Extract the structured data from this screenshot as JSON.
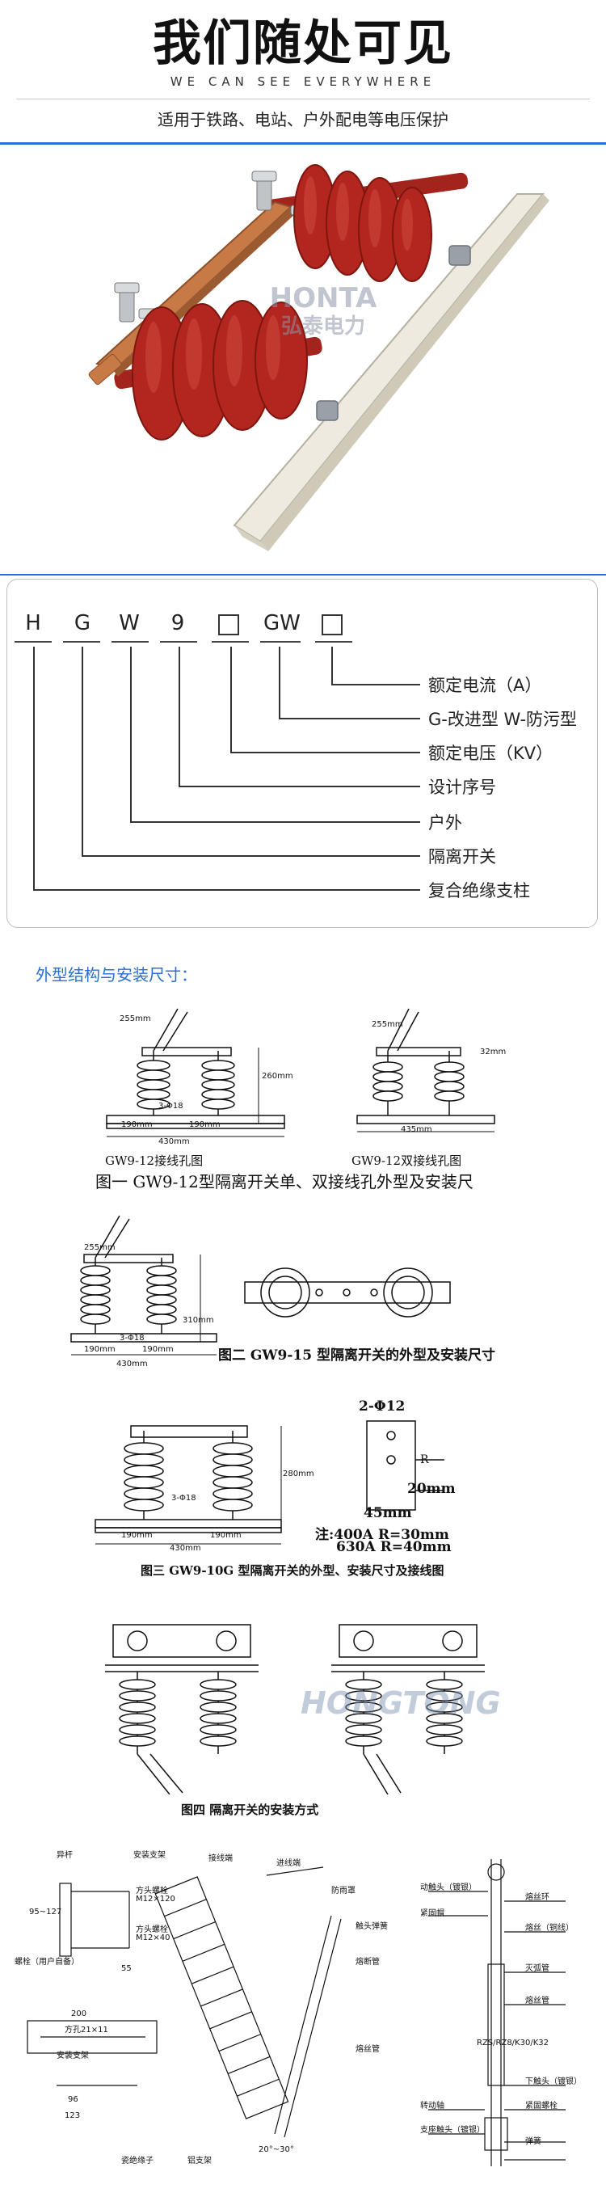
{
  "header": {
    "title": "我们随处可见",
    "subtitle": "WE CAN SEE EVERYWHERE",
    "description": "适用于铁路、电站、户外配电等电压保护"
  },
  "product_photo": {
    "watermark_brand": "HONTA",
    "watermark_cn": "弘泰电力",
    "colors": {
      "insulator": "#b2261f",
      "copper": "#c77a45",
      "bracket": "#e6e2d6"
    }
  },
  "model_code": {
    "chars": [
      "H",
      "G",
      "W",
      "9",
      "",
      "GW",
      ""
    ],
    "labels": [
      "额定电流（A）",
      "G-改进型 W-防污型",
      "额定电压（KV）",
      "设计序号",
      "户外",
      "隔离开关",
      "复合绝缘支柱"
    ]
  },
  "dimensions": {
    "section_title": "外型结构与安装尺寸：",
    "fig1": {
      "sub_left": "GW9-12接线孔图",
      "sub_right": "GW9-12双接线孔图",
      "caption": "图一 GW9-12型隔离开关单、双接线孔外型及安装尺",
      "left_dims": [
        "255mm",
        "260mm",
        "3-Φ18",
        "190mm",
        "190mm",
        "430mm"
      ],
      "right_dims": [
        "255mm",
        "32mm",
        "435mm"
      ]
    },
    "fig2": {
      "caption": "图二 GW9-15 型隔离开关的外型及安装尺寸",
      "dims": [
        "255mm",
        "310mm",
        "3-Φ18",
        "190mm",
        "190mm",
        "430mm"
      ]
    },
    "fig3": {
      "caption": "图三 GW9-10G 型隔离开关的外型、安装尺寸及接线图",
      "dims": [
        "280mm",
        "3-Φ18",
        "190mm",
        "190mm",
        "430mm"
      ],
      "hole_label": "2-Φ12",
      "r_label": "R",
      "d20": "20mm",
      "d45": "45mm",
      "note1": "注:400A R=30mm",
      "note2": "630A R=40mm"
    },
    "fig4": {
      "caption": "图四 隔离开关的安装方式",
      "watermark": "HONGTONG"
    },
    "fig5": {
      "left_labels": [
        "异杆",
        "安装支架",
        "接线端",
        "方头螺栓",
        "M12×120",
        "螺栓（用户自备）",
        "95~127",
        "55",
        "方头螺栓",
        "M12×40",
        "200",
        "方孔21×11",
        "安装支架",
        "96",
        "123",
        "瓷绝缘子",
        "铝支架"
      ],
      "mid_labels": [
        "进线端",
        "防雨罩",
        "触头弹簧",
        "熔断管",
        "熔丝管",
        "20°~30°"
      ],
      "right_labels": [
        "动触头（镀银）",
        "紧固帽",
        "熔丝环",
        "熔丝（铜线）",
        "灭弧管",
        "熔丝管",
        "下触头（镀银）",
        "转动轴",
        "支座触头（镀银）",
        "紧固螺栓",
        "弹簧",
        "RZS/RZ8/K30/K32"
      ]
    }
  }
}
